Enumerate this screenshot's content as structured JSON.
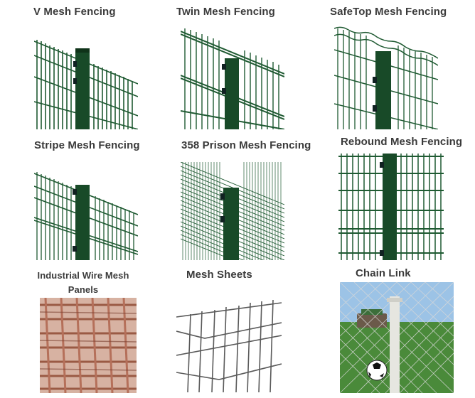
{
  "products": [
    {
      "label": "V Mesh Fencing"
    },
    {
      "label": "Twin Mesh Fencing"
    },
    {
      "label": "SafeTop Mesh Fencing"
    },
    {
      "label": "Stripe Mesh Fencing"
    },
    {
      "label": "358 Prison Mesh Fencing"
    },
    {
      "label": "Rebound Mesh Fencing"
    },
    {
      "label_line1": "Industrial Wire Mesh",
      "label_line2": "Panels"
    },
    {
      "label": "Mesh Sheets"
    },
    {
      "label": "Chain Link"
    }
  ],
  "colors": {
    "fence_green": "#1f5a32",
    "post_green": "#184a28",
    "text": "#3a3a3a",
    "copper": "#b5705a",
    "sky": "#9cc3e6",
    "grass": "#4a8a3a"
  }
}
